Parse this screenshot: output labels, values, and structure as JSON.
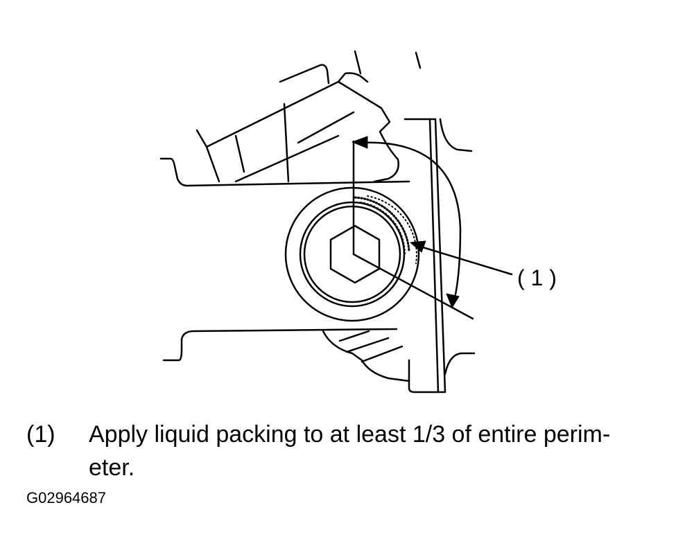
{
  "callout_label": "( 1 )",
  "caption": {
    "number": "(1)",
    "line1": "Apply liquid packing to at least 1/3 of entire perim-",
    "line2": "eter."
  },
  "figure_id": "G02964687"
}
